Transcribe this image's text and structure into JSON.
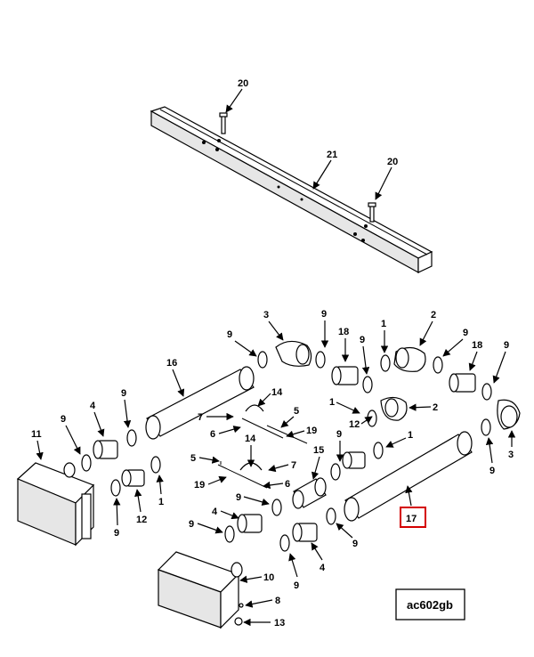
{
  "figure_code": "ac602gb",
  "highlighted_callout": "17",
  "callouts": {
    "c20a": "20",
    "c21": "21",
    "c20b": "20",
    "c3a": "3",
    "c9a": "9",
    "c1a": "1",
    "c2a": "2",
    "c9b": "9",
    "c18a": "18",
    "c9c": "9",
    "c9d": "9",
    "c18b": "18",
    "c9e": "9",
    "c16": "16",
    "c14a": "14",
    "c9f": "9",
    "c4a": "4",
    "c9g": "9",
    "c1b": "1",
    "c2b": "2",
    "c12a": "12",
    "c7a": "7",
    "c5a": "5",
    "c6a": "6",
    "c19a": "19",
    "c11": "11",
    "c3b": "3",
    "c9h": "9",
    "c1c": "1",
    "c9i": "9",
    "c15": "15",
    "c14b": "14",
    "c5b": "5",
    "c7b": "7",
    "c19b": "19",
    "c6b": "6",
    "c9j": "9",
    "c12b": "12",
    "c1d": "1",
    "c9k": "9",
    "c4b": "4",
    "c9l": "9",
    "c9m": "9",
    "c9n": "9",
    "c4c": "4",
    "c10": "10",
    "c8": "8",
    "c13": "13"
  },
  "colors": {
    "line": "#000000",
    "highlight": "#d40000",
    "shade": "#e6e6e6"
  },
  "icons": [
    "arrow-icon"
  ]
}
